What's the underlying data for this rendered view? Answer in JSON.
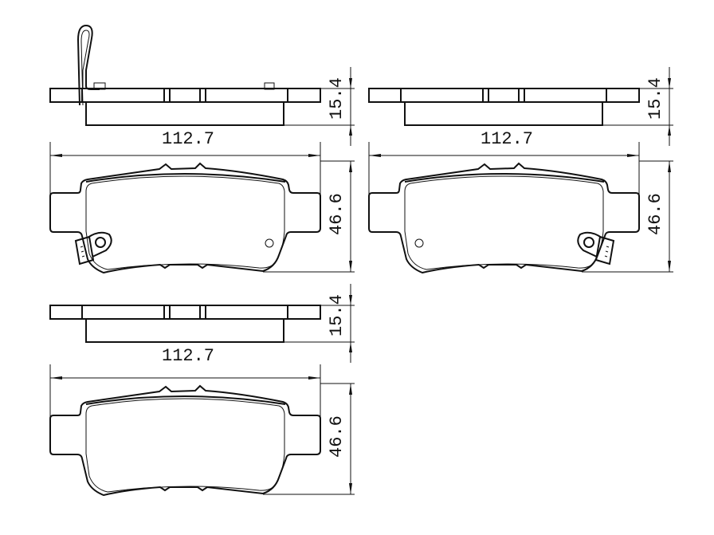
{
  "drawing": {
    "subject": "brake pad set technical drawing",
    "line_color": "#111111",
    "background": "#ffffff",
    "views": [
      {
        "id": "pad-1",
        "position": "top-left",
        "has_wear_clip": true,
        "clip_side": "left",
        "has_wear_sensor_tab": true,
        "sensor_side": "left",
        "side_view": {
          "width_label": "112.7",
          "thickness_label": "15.4"
        },
        "front_view": {
          "height_label": "46.6"
        }
      },
      {
        "id": "pad-2",
        "position": "top-right",
        "has_wear_clip": true,
        "clip_side": "right",
        "has_wear_sensor_tab": true,
        "sensor_side": "right",
        "side_view": {
          "width_label": "112.7",
          "thickness_label": "15.4"
        },
        "front_view": {
          "height_label": "46.6"
        }
      },
      {
        "id": "pad-3",
        "position": "bottom-left",
        "has_wear_clip": false,
        "has_wear_sensor_tab": false,
        "side_view": {
          "width_label": "112.7",
          "thickness_label": "15.4"
        },
        "front_view": {
          "height_label": "46.6"
        }
      }
    ]
  }
}
